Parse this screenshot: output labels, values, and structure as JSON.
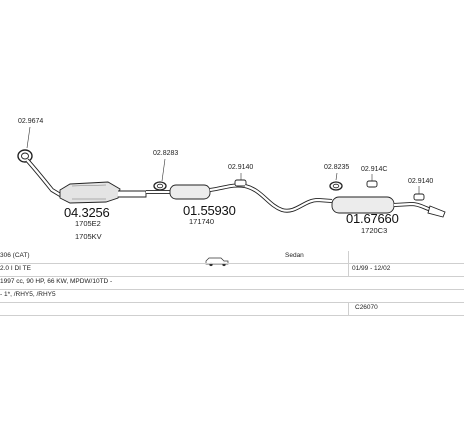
{
  "parts": [
    {
      "id": "p1",
      "number": "02.9674",
      "type": "small"
    },
    {
      "id": "p2",
      "number": "04.3256",
      "type": "main",
      "sub": [
        "1705E2",
        "1705KV"
      ]
    },
    {
      "id": "p3",
      "number": "02.8283",
      "type": "small"
    },
    {
      "id": "p4",
      "number": "02.9140",
      "type": "small"
    },
    {
      "id": "p5",
      "number": "01.55930",
      "type": "main",
      "sub": [
        "171740"
      ]
    },
    {
      "id": "p6",
      "number": "02.8235",
      "type": "small"
    },
    {
      "id": "p7",
      "number": "02.914C",
      "type": "small"
    },
    {
      "id": "p8",
      "number": "02.9140",
      "type": "small"
    },
    {
      "id": "p9",
      "number": "01.67660",
      "type": "main",
      "sub": [
        "1720C3"
      ]
    }
  ],
  "info": {
    "model": "306 (CAT)",
    "body": "Sedan",
    "engine": "2.0 I DI TE",
    "years": "01/99 - 12/02",
    "specs": "1997 cc, 90 HP, 66 KW, MPDW/10TD -",
    "engine_codes": "- 1*, /RHY5, /RHY5",
    "code": "C26070"
  }
}
